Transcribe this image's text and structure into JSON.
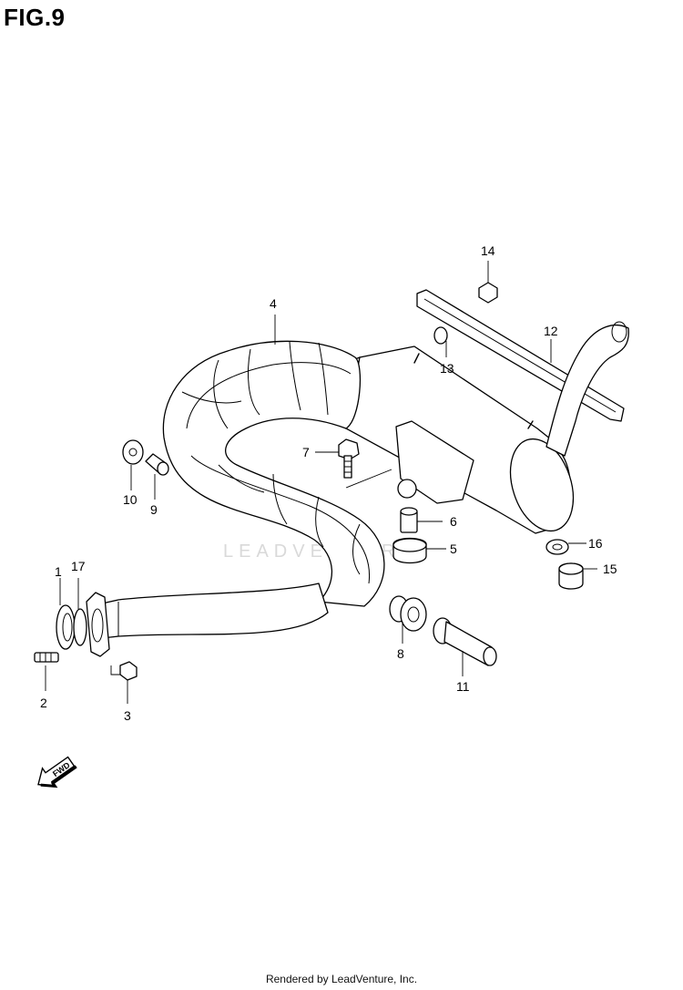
{
  "figure_title": "FIG.9",
  "watermark": "LEADVENTURE",
  "footer": "Rendered by LeadVenture, Inc.",
  "direction_label": "FWD",
  "callouts": [
    "1",
    "2",
    "3",
    "4",
    "5",
    "6",
    "7",
    "8",
    "9",
    "10",
    "11",
    "12",
    "13",
    "14",
    "15",
    "16",
    "17"
  ]
}
